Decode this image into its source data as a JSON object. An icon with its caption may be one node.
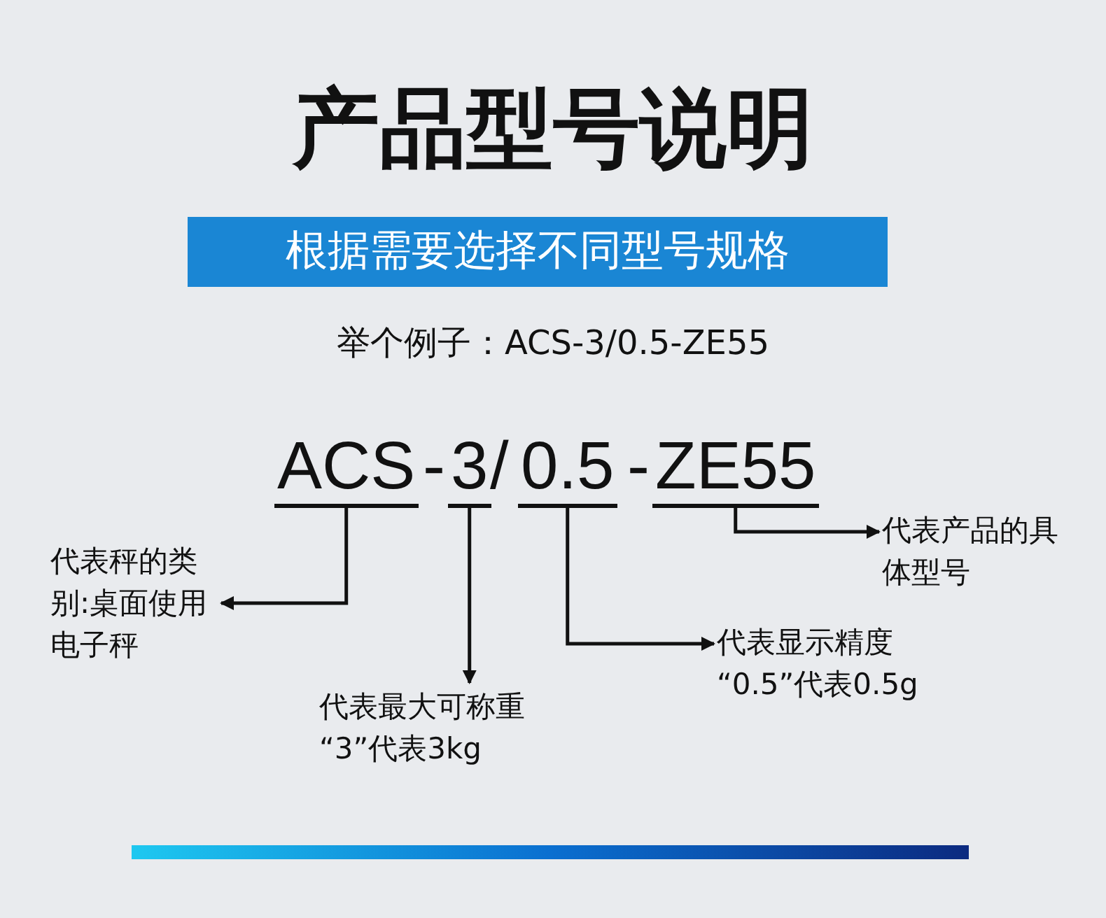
{
  "diagram": {
    "title": "产品型号说明",
    "nodes": [
      {
        "text": [
          "根据需要选择不同型号规格"
        ]
      },
      {
        "text": [
          "ACS"
        ]
      },
      {
        "text": [
          "3"
        ]
      },
      {
        "text": [
          "0.5"
        ]
      },
      {
        "text": [
          "ZE55"
        ]
      },
      {
        "text": [
          "代表秤的类别:桌面使用电子秤"
        ]
      },
      {
        "text": [
          "代表最大可称重",
          "“3”代表3kg"
        ]
      },
      {
        "text": [
          "代表显示精度",
          "“0.5”代表0.5g"
        ]
      },
      {
        "text": [
          "代表产品的具体型号"
        ]
      }
    ],
    "edges": [
      {
        "from": 1,
        "to": 5,
        "arrow": "to"
      },
      {
        "from": 2,
        "to": 6,
        "arrow": "to"
      },
      {
        "from": 3,
        "to": 7,
        "arrow": "to"
      },
      {
        "from": 4,
        "to": 8,
        "arrow": "to"
      }
    ],
    "labels": [
      "举个例子：ACS-3/0.5-ZE55",
      "-",
      "/",
      "-"
    ]
  }
}
